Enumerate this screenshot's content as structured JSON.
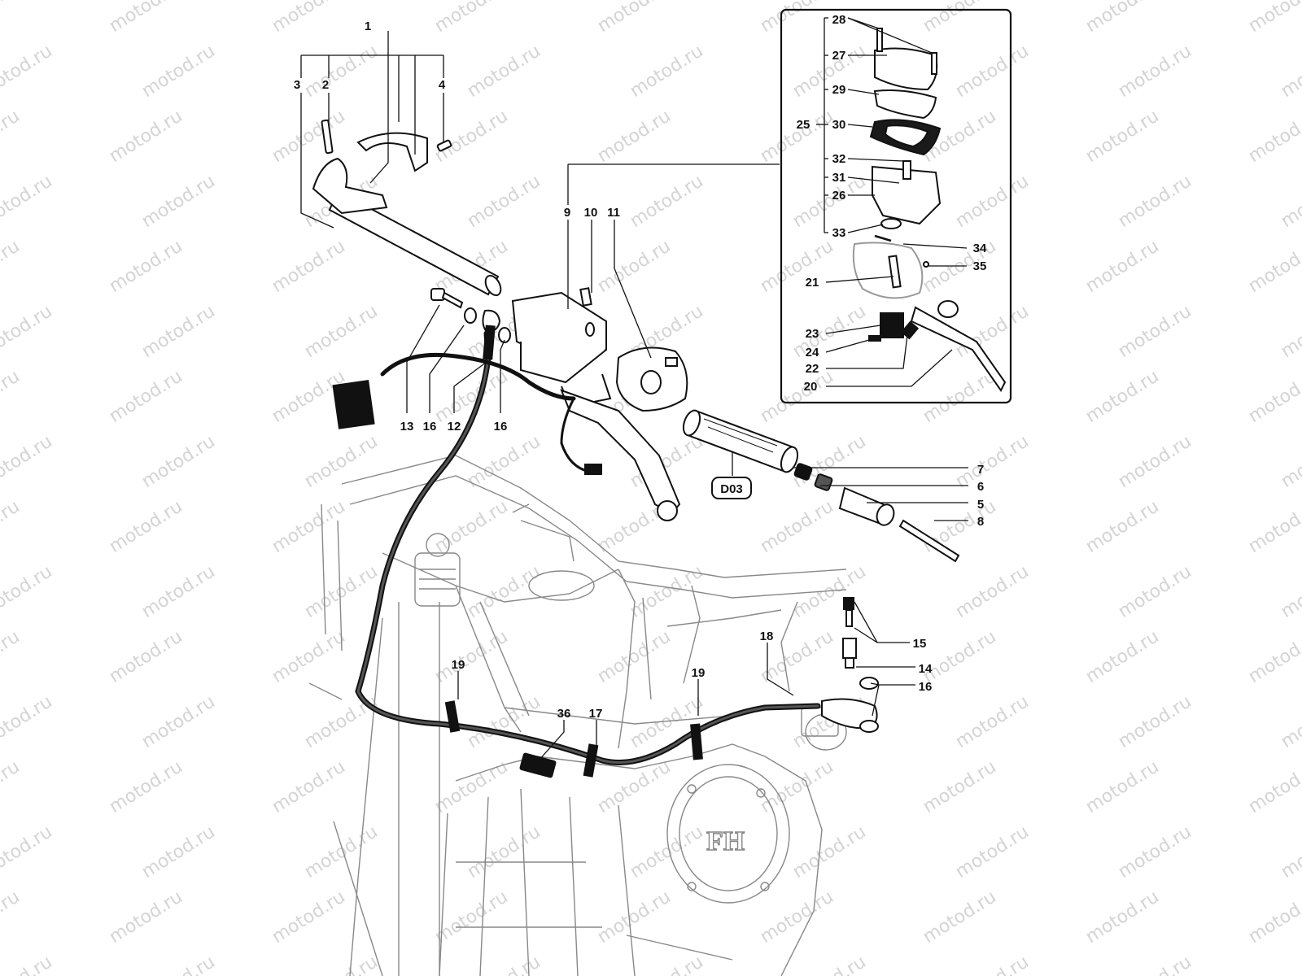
{
  "watermark": "motod.ru",
  "figure_ref": "D03",
  "labels": [
    "1",
    "2",
    "3",
    "4",
    "5",
    "6",
    "7",
    "8",
    "9",
    "10",
    "11",
    "12",
    "13",
    "14",
    "15",
    "16",
    "17",
    "18",
    "19",
    "20",
    "21",
    "22",
    "23",
    "24",
    "25",
    "26",
    "27",
    "28",
    "29",
    "30",
    "31",
    "32",
    "33",
    "34",
    "35",
    "36"
  ],
  "colors": {
    "ink": "#111111",
    "frame": "#888888",
    "watermark": "#d4d4d4",
    "part_fill": "#ffffff",
    "dark_part": "#1a1a1a"
  },
  "icons": [
    "handlebar-tube",
    "clutch-master-cylinder",
    "reservoir-cover",
    "switch-housing",
    "clutch-lever",
    "handgrip",
    "bar-end-weight",
    "clutch-hose",
    "banjo-bolt",
    "bleed-valve",
    "cable-tie",
    "frame-and-engine"
  ]
}
